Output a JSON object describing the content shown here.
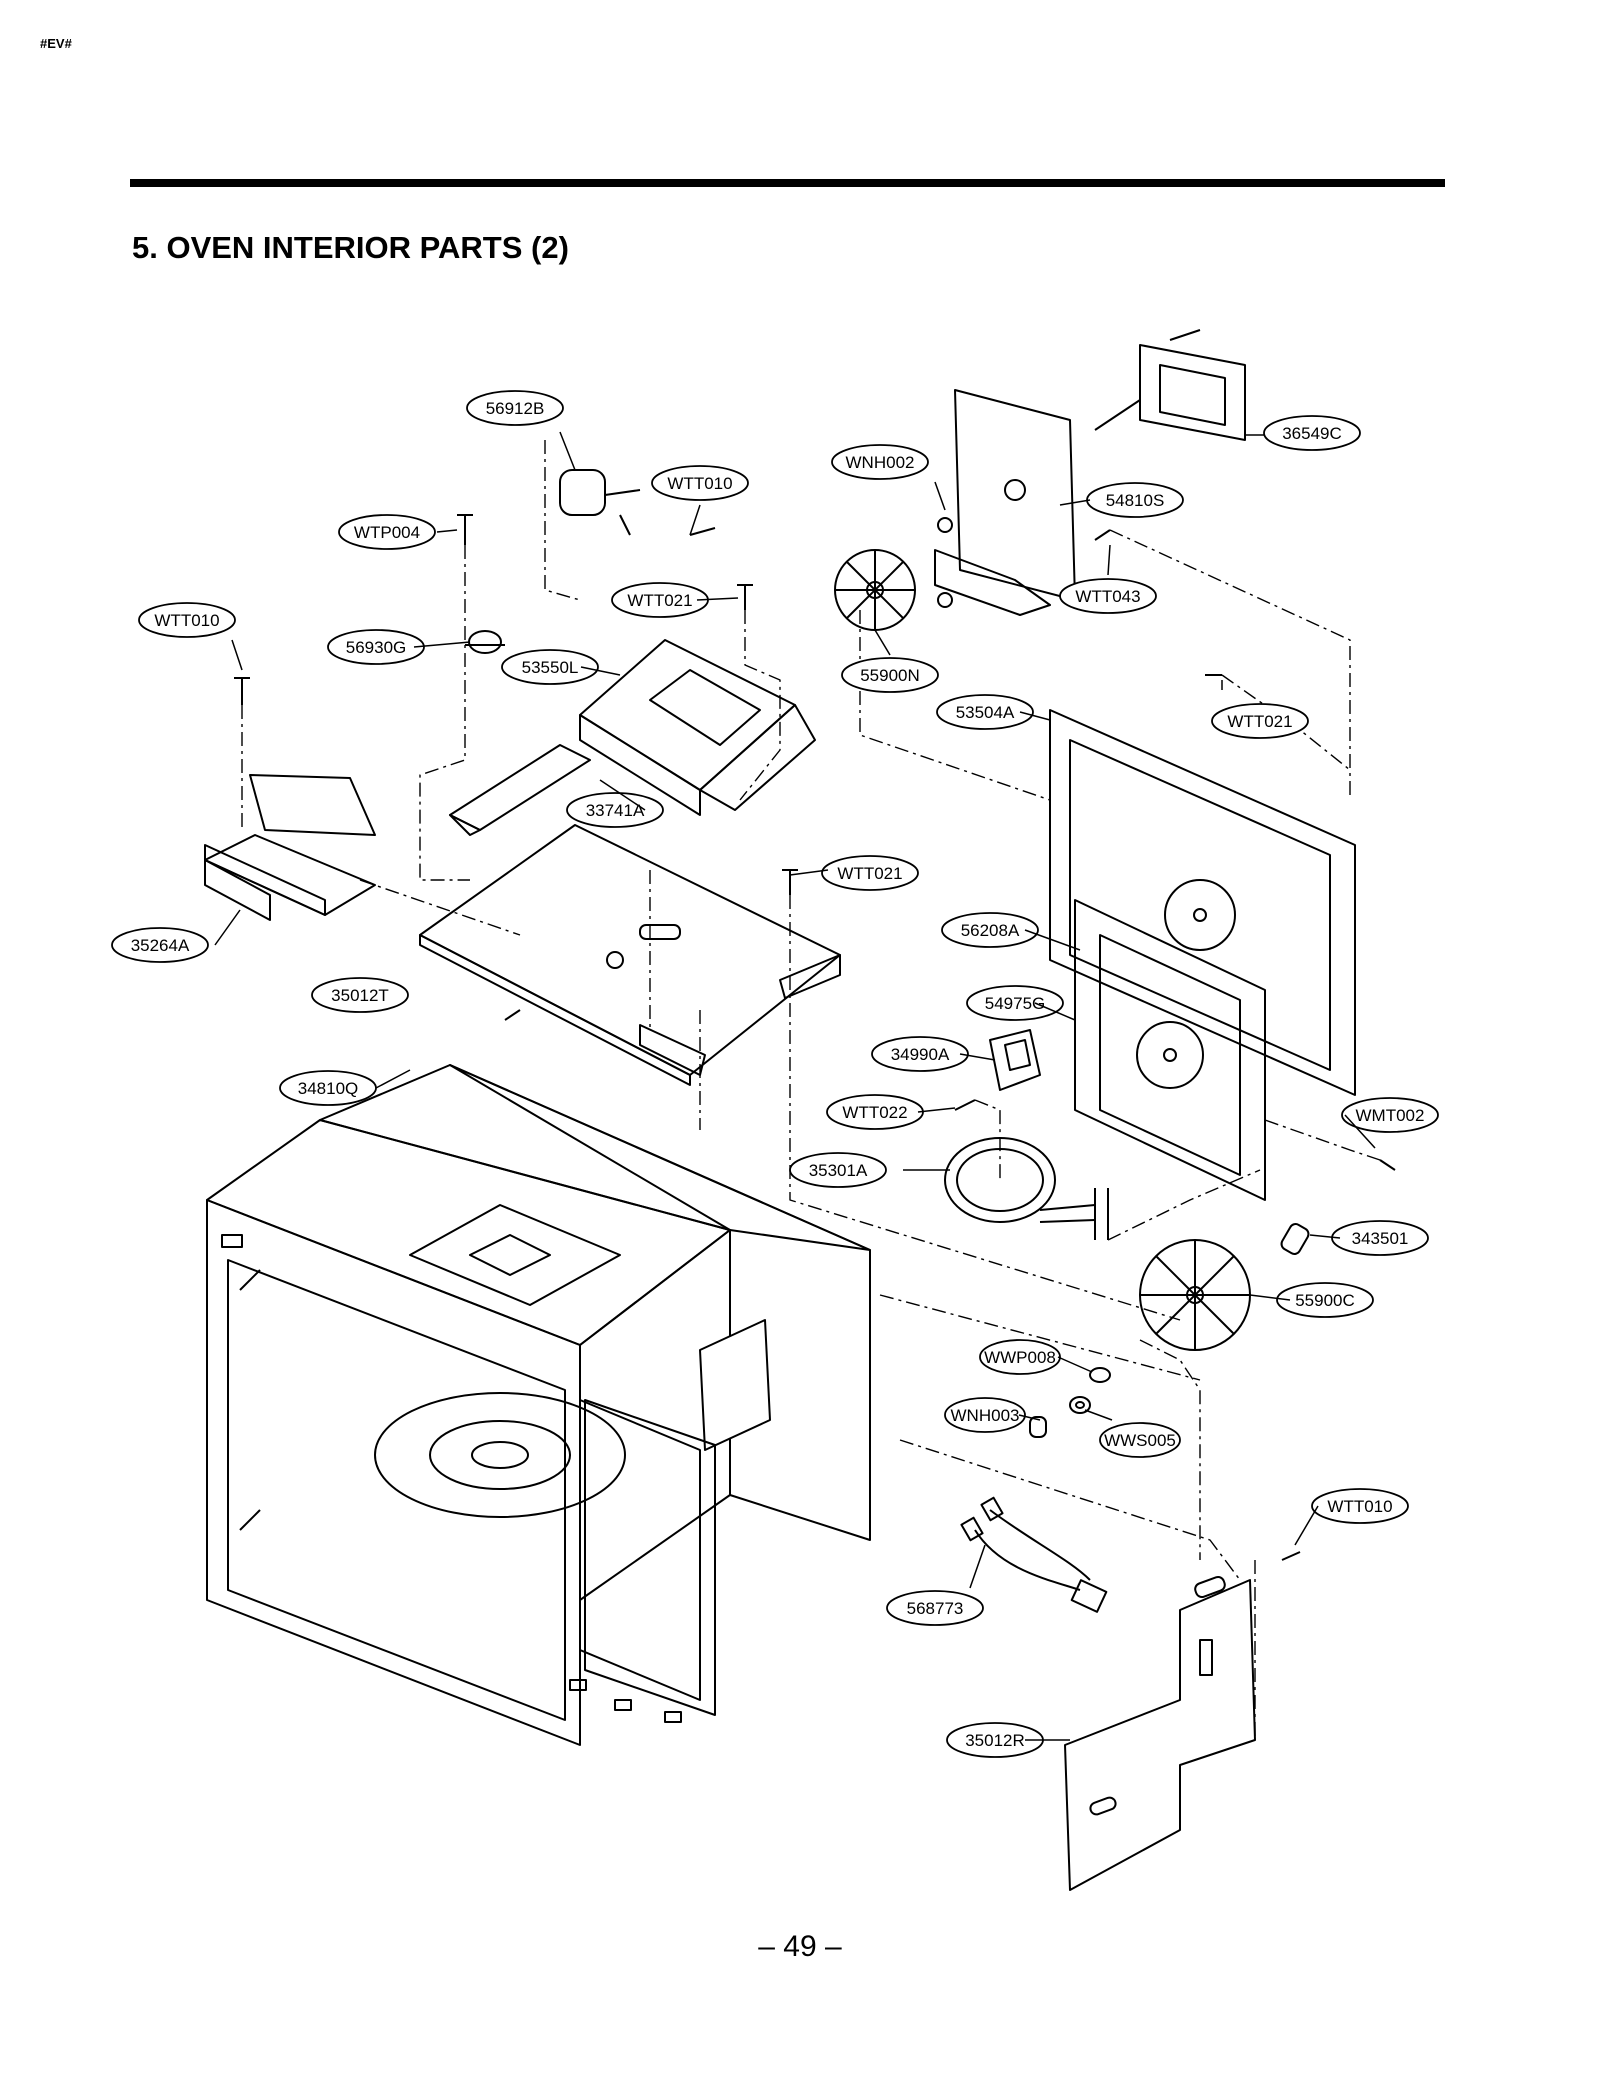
{
  "header": {
    "corner_mark": "#EV#"
  },
  "title": "5. OVEN INTERIOR PARTS (2)",
  "page_number": "– 49 –",
  "part_labels": [
    "56912B",
    "WTT010",
    "WTP004",
    "WTT010",
    "56930G",
    "WTT021",
    "53550L",
    "33741A",
    "35264A",
    "35012T",
    "WTT021",
    "34810Q",
    "WNH002",
    "36549C",
    "54810S",
    "WTT043",
    "55900N",
    "53504A",
    "WTT021",
    "56208A",
    "54975G",
    "34990A",
    "WTT022",
    "35301A",
    "WMT002",
    "343501",
    "55900C",
    "WWP008",
    "WNH003",
    "WWS005",
    "WTT010",
    "568773",
    "35012R"
  ]
}
